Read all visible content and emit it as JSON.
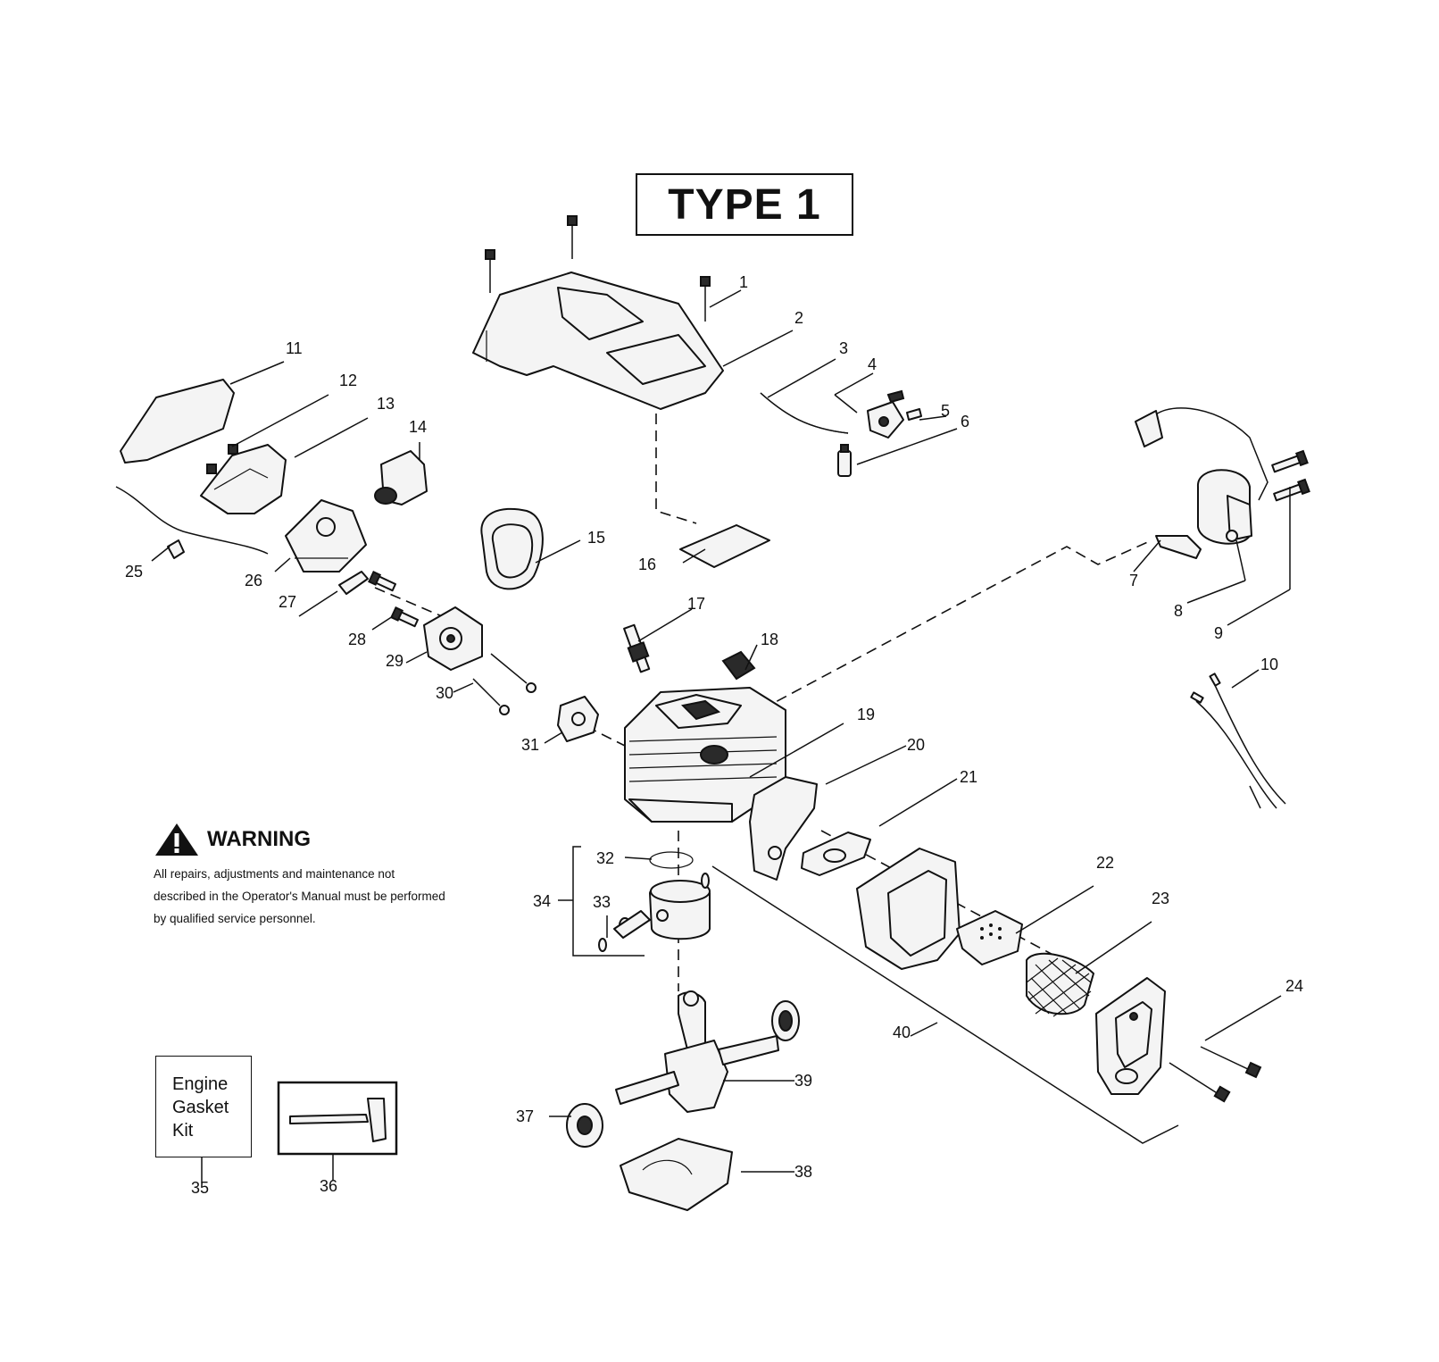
{
  "title": "TYPE 1",
  "warning": {
    "heading": "WARNING",
    "text": "All repairs, adjustments and maintenance not described in the Operator's Manual must be performed by qualified service personnel."
  },
  "kit_label": "Engine Gasket Kit",
  "callouts": [
    "1",
    "2",
    "3",
    "4",
    "5",
    "6",
    "7",
    "8",
    "9",
    "10",
    "11",
    "12",
    "13",
    "14",
    "15",
    "16",
    "17",
    "18",
    "19",
    "20",
    "21",
    "22",
    "23",
    "24",
    "25",
    "26",
    "27",
    "28",
    "29",
    "30",
    "31",
    "32",
    "33",
    "34",
    "35",
    "36",
    "37",
    "38",
    "39",
    "40"
  ]
}
